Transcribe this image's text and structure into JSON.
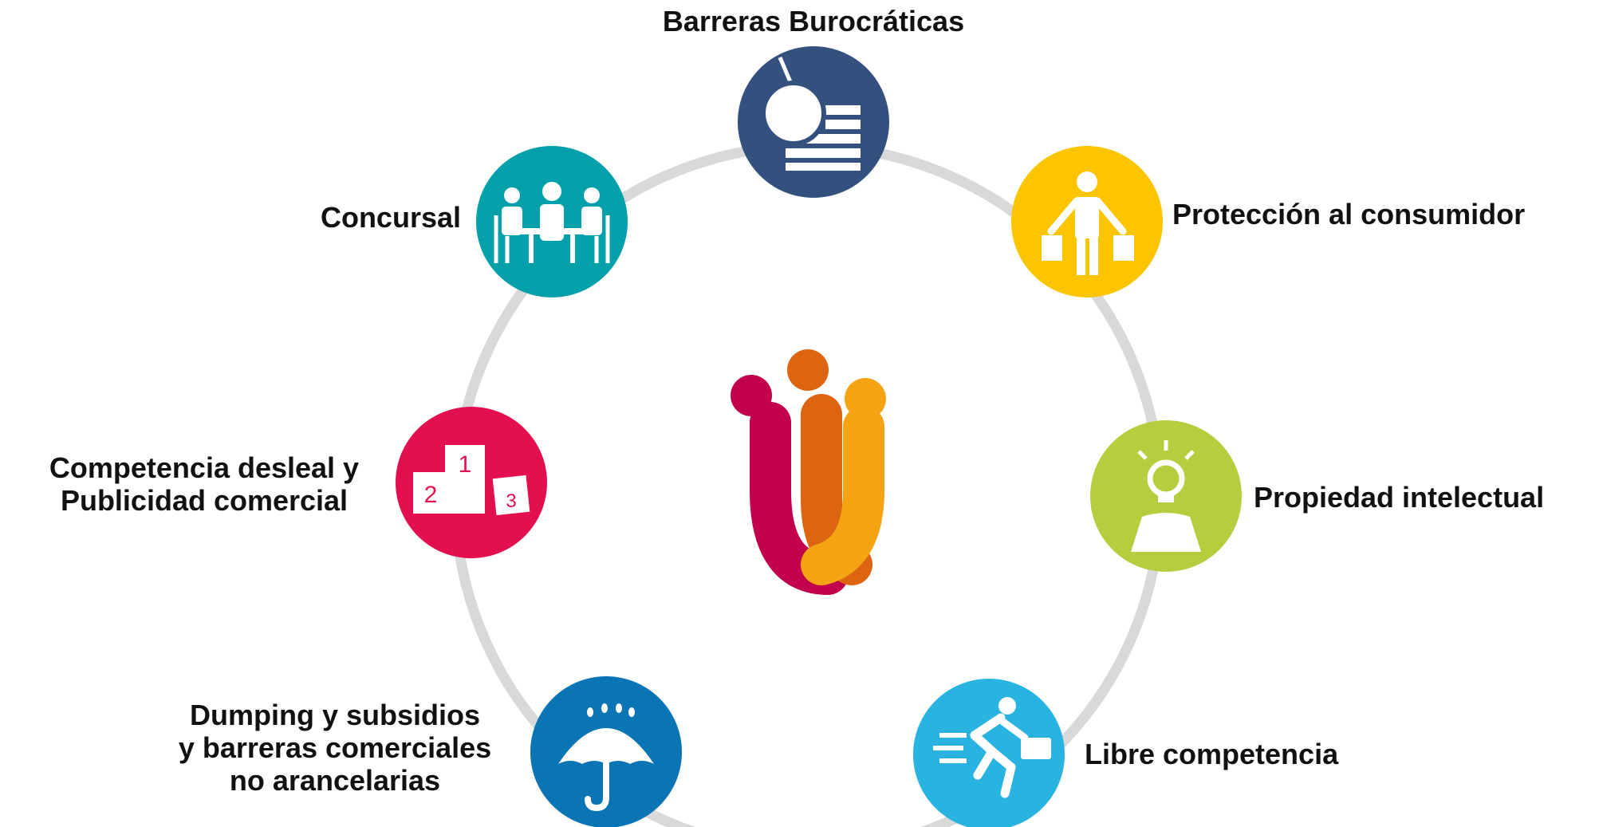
{
  "title": "",
  "center_logo": {
    "name": "institution-logo",
    "colors": [
      "#c2004b",
      "#dd6511",
      "#f4a312"
    ]
  },
  "ring_color": "#d9d9d9",
  "nodes": [
    {
      "id": "barreras",
      "lines": [
        "Barreras Burocráticas"
      ],
      "color": "#33507f",
      "icon": "wrecking-ball-wall-icon"
    },
    {
      "id": "proteccion",
      "lines": [
        "Protección al consumidor"
      ],
      "color": "#fcc500",
      "icon": "shopper-bags-icon"
    },
    {
      "id": "propiedad",
      "lines": [
        "Propiedad intelectual"
      ],
      "color": "#b8cd3e",
      "icon": "lightbulb-person-icon"
    },
    {
      "id": "libre",
      "lines": [
        "Libre competencia"
      ],
      "color": "#29b3e1",
      "icon": "running-businessman-icon"
    },
    {
      "id": "dumping",
      "lines": [
        "Dumping y subsidios",
        "y barreras comerciales",
        "no arancelarias"
      ],
      "color": "#0a75b5",
      "icon": "umbrella-rain-icon"
    },
    {
      "id": "competencia",
      "lines": [
        "Competencia desleal y",
        "Publicidad comercial"
      ],
      "color": "#e30f4e",
      "icon": "podium-icon"
    },
    {
      "id": "concursal",
      "lines": [
        "Concursal"
      ],
      "color": "#02a0aa",
      "icon": "meeting-table-icon"
    }
  ]
}
